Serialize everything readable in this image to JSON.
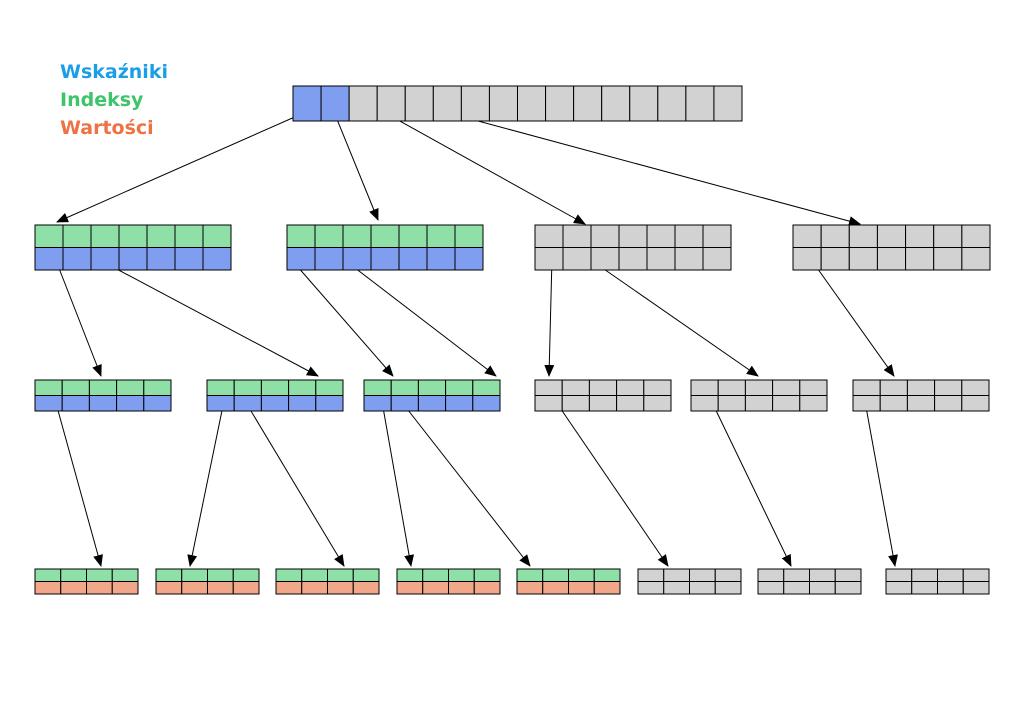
{
  "legend": {
    "pointers": {
      "label": "Wskaźniki",
      "color": "#1a9ee6"
    },
    "indices": {
      "label": "Indeksy",
      "color": "#3ec46a"
    },
    "values": {
      "label": "Wartości",
      "color": "#ee7243"
    }
  },
  "colors": {
    "pointer_fill": "#7f9ef0",
    "index_fill": "#8fe0a6",
    "value_fill": "#f3a78a",
    "inactive_fill": "#d2d2d2",
    "stroke": "#000000"
  },
  "tree": {
    "root": {
      "kind": "pointer-array",
      "active_cells": 2,
      "total_cells": 16
    },
    "level_1_nodes": 4,
    "level_2_nodes": 6,
    "leaf_nodes": 8,
    "active_leaves": 5
  }
}
